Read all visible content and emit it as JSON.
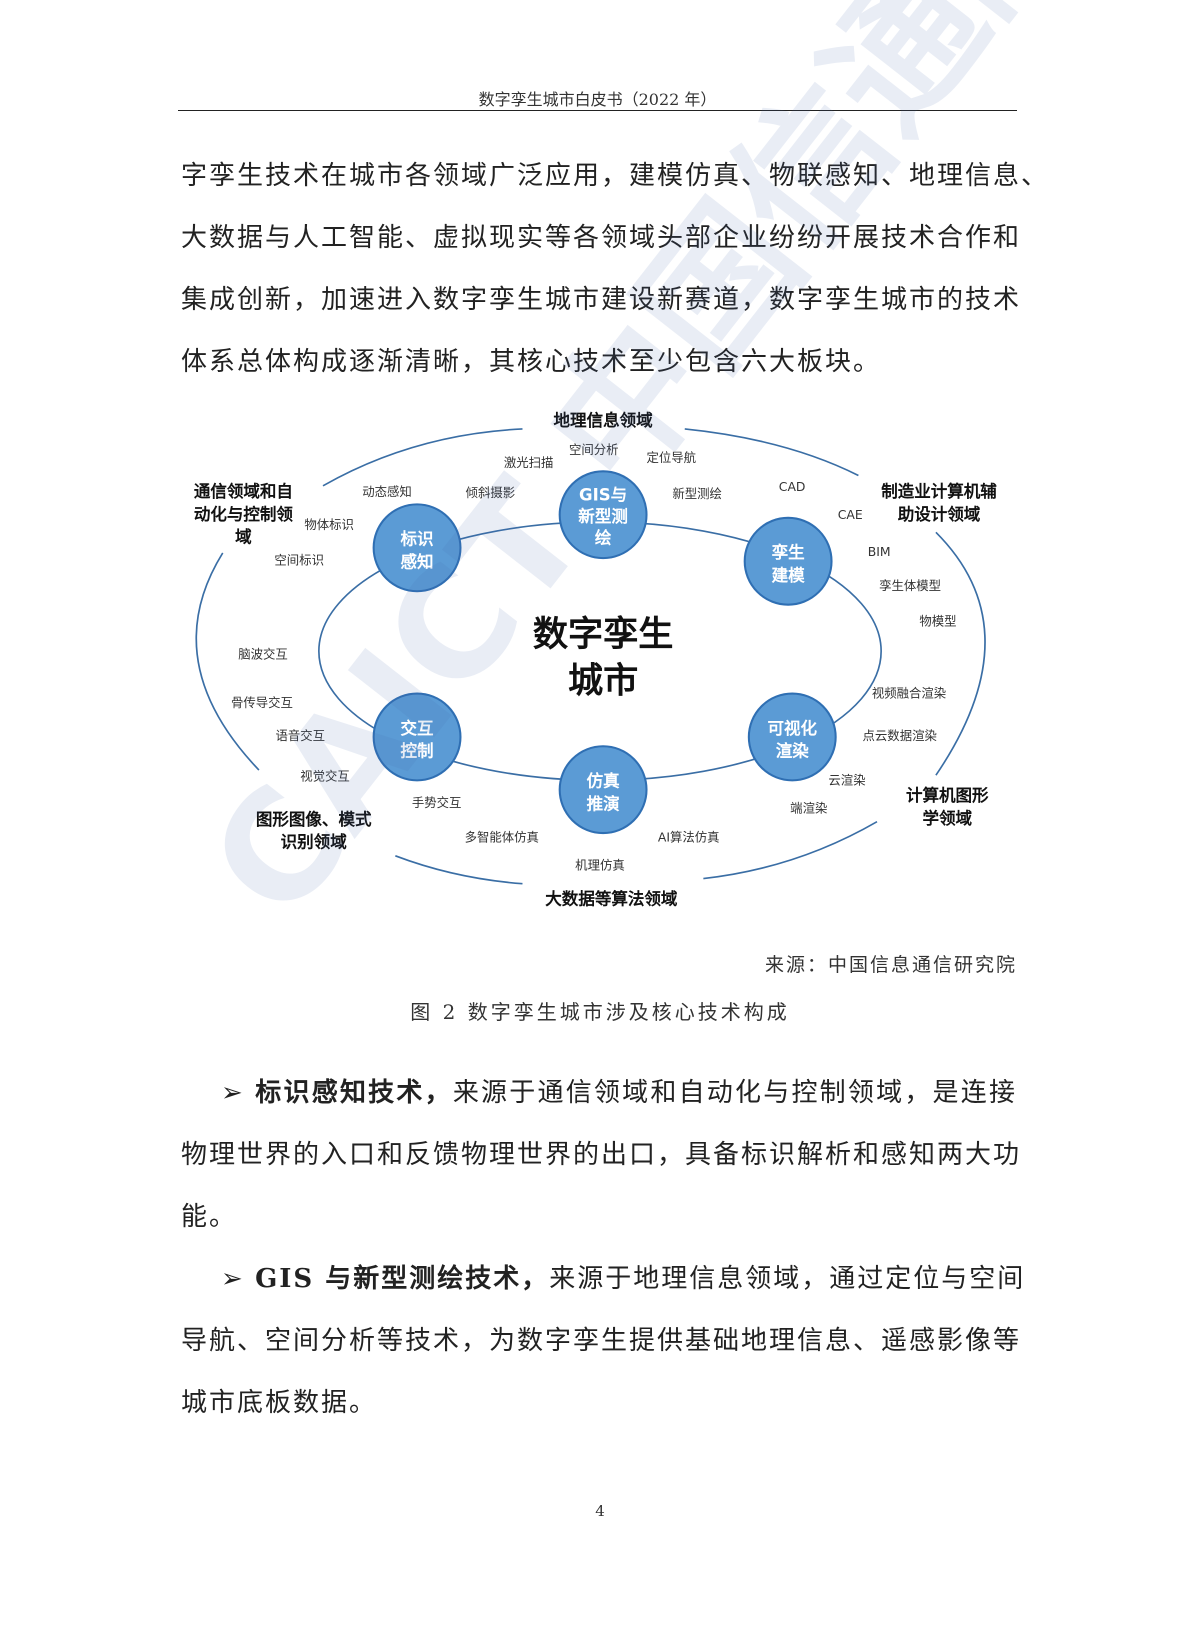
{
  "header": {
    "title": "数字孪生城市白皮书（2022 年）"
  },
  "intro_lines": [
    "字孪生技术在城市各领域广泛应用，建模仿真、物联感知、地理信息、",
    "大数据与人工智能、虚拟现实等各领域头部企业纷纷开展技术合作和",
    "集成创新，加速进入数字孪生城市建设新赛道，数字孪生城市的技术",
    "体系总体构成逐渐清晰，其核心技术至少包含六大板块。"
  ],
  "diagram": {
    "center": [
      "数字孪生",
      "城市"
    ],
    "cores": [
      [
        "标识",
        "感知"
      ],
      [
        "GIS与",
        "新型测",
        "绘"
      ],
      [
        "孪生",
        "建模"
      ],
      [
        "交互",
        "控制"
      ],
      [
        "仿真",
        "推演"
      ],
      [
        "可视化",
        "渲染"
      ]
    ],
    "domains": {
      "geo": "地理信息领域",
      "comm": [
        "通信领域和自",
        "动化与控制领",
        "域"
      ],
      "manu": [
        "制造业计算机辅",
        "助设计领域"
      ],
      "graphics": [
        "计算机图形",
        "学领域"
      ],
      "pattern": [
        "图形图像、模式",
        "识别领域"
      ],
      "bigdata": "大数据等算法领域"
    },
    "tech": {
      "t1": "空间分析",
      "t2": "激光扫描",
      "t3": "定位导航",
      "t4": "动态感知",
      "t5": "倾斜摄影",
      "t6": "新型测绘",
      "t7": "CAD",
      "t8": "CAE",
      "t9": "物体标识",
      "t10": "空间标识",
      "t11": "BIM",
      "t12": "孪生体模型",
      "t13": "物模型",
      "t14": "脑波交互",
      "t15": "骨传导交互",
      "t16": "语音交互",
      "t17": "视觉交互",
      "t18": "视频融合渲染",
      "t19": "点云数据渲染",
      "t20": "云渲染",
      "t21": "端渲染",
      "t22": "手势交互",
      "t23": "多智能体仿真",
      "t24": "AI算法仿真",
      "t25": "机理仿真"
    },
    "colors": {
      "circle": "#5b9bd5",
      "circle_border": "#2f6fb3",
      "line": "#3a6ea5"
    }
  },
  "source": "来源：中国信息通信研究院",
  "caption": "图 2  数字孪生城市涉及核心技术构成",
  "bullets": [
    {
      "marker": "➢",
      "bold": "标识感知技术，",
      "lines": [
        "来源于通信领域和自动化与控制领域，是连接",
        "物理世界的入口和反馈物理世界的出口，具备标识解析和感知两大功",
        "能。"
      ]
    },
    {
      "marker": "➢",
      "bold": "GIS 与新型测绘技术，",
      "lines": [
        "来源于地理信息领域，通过定位与空间",
        "导航、空间分析等技术，为数字孪生提供基础地理信息、遥感影像等",
        "城市底板数据。"
      ]
    }
  ],
  "watermark": "CAICT 中国信通院",
  "page_number": "4"
}
